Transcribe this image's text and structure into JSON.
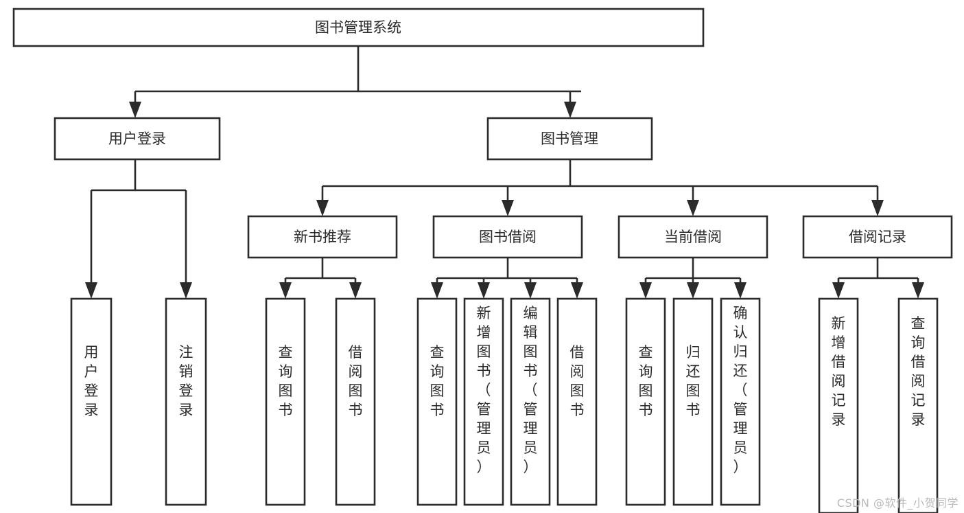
{
  "diagram": {
    "type": "tree-hierarchy",
    "title": "图书管理系统",
    "watermark": "CSDN @软件_小贺同学",
    "colors": {
      "stroke": "#2b2b2b",
      "fill": "#ffffff",
      "background": "#ffffff",
      "watermark": "#b9b9b9"
    },
    "root": {
      "label": "图书管理系统",
      "orientation": "horizontal"
    },
    "level2": [
      {
        "label": "用户登录",
        "orientation": "horizontal"
      },
      {
        "label": "图书管理",
        "orientation": "horizontal"
      }
    ],
    "level3": [
      {
        "label": "新书推荐",
        "orientation": "horizontal"
      },
      {
        "label": "图书借阅",
        "orientation": "horizontal"
      },
      {
        "label": "当前借阅",
        "orientation": "horizontal"
      },
      {
        "label": "借阅记录",
        "orientation": "horizontal"
      }
    ],
    "leaves_user_login": [
      {
        "label": "用户登录",
        "orientation": "vertical"
      },
      {
        "label": "注销登录",
        "orientation": "vertical"
      }
    ],
    "leaves_new_book": [
      {
        "label": "查询图书",
        "orientation": "vertical"
      },
      {
        "label": "借阅图书",
        "orientation": "vertical"
      }
    ],
    "leaves_borrow": [
      {
        "label": "查询图书",
        "orientation": "vertical"
      },
      {
        "label": "新增图书（管理员）",
        "orientation": "vertical"
      },
      {
        "label": "编辑图书（管理员）",
        "orientation": "vertical"
      },
      {
        "label": "借阅图书",
        "orientation": "vertical"
      }
    ],
    "leaves_current": [
      {
        "label": "查询图书",
        "orientation": "vertical"
      },
      {
        "label": "归还图书",
        "orientation": "vertical"
      },
      {
        "label": "确认归还（管理员）",
        "orientation": "vertical"
      }
    ],
    "leaves_records": [
      {
        "label": "新增借阅记录",
        "orientation": "vertical"
      },
      {
        "label": "查询借阅记录",
        "orientation": "vertical"
      }
    ]
  }
}
